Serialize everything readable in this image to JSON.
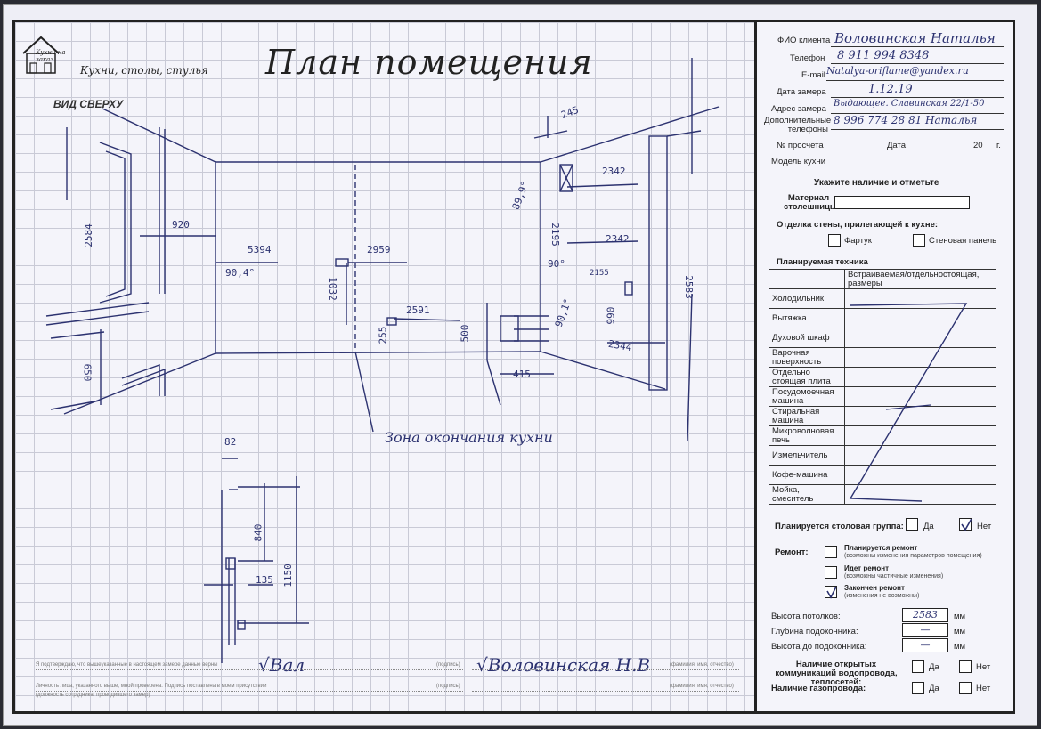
{
  "header": {
    "title": "План помещения",
    "brand_line": "Кухни, столы, стулья",
    "logo_text": "Кухни на заказ",
    "view_label": "ВИД СВЕРХУ"
  },
  "client": {
    "fio_label": "ФИО клиента",
    "fio_value": "Воловинская Наталья",
    "phone_label": "Телефон",
    "phone_value": "8 911 994 8348",
    "email_label": "E-mail",
    "email_value": "Natalya-oriflame@yandex.ru",
    "date_label": "Дата замера",
    "date_value": "1.12.19",
    "address_label": "Адрес замера",
    "address_value": "Выдающее. Славинская 22/1-50",
    "extra_label": "Дополнительные телефоны",
    "extra_value": "8 996 774 28 81 Наталья",
    "calc_label": "№ просчета",
    "calc_date_label": "Дата",
    "year_label": "20",
    "year_suffix": "г.",
    "model_label": "Модель кухни"
  },
  "marks": {
    "heading": "Укажите наличие и отметьте",
    "material_label": "Материал столешницы",
    "wall_label": "Отделка стены, прилегающей к кухне:",
    "opt_fartuk": "Фартук",
    "opt_panel": "Стеновая панель"
  },
  "appliances": {
    "heading": "Планируемая техника",
    "col_header": "Встраиваемая/отдельностоящая, размеры",
    "rows": [
      "Холодильник",
      "Вытяжка",
      "Духовой шкаф",
      "Варочная поверхность",
      "Отдельно стоящая плита",
      "Посудомоечная машина",
      "Стиральная машина",
      "Микроволновая печь",
      "Измельчитель",
      "Кофе-машина",
      "Мойка, смеситель"
    ]
  },
  "dining": {
    "label": "Планируется столовая группа:",
    "yes": "Да",
    "no": "Нет",
    "checked": "no"
  },
  "repair": {
    "label": "Ремонт:",
    "options": [
      {
        "title": "Планируется ремонт",
        "note": "(возможны изменения параметров помещения)"
      },
      {
        "title": "Идет ремонт",
        "note": "(возможны частичные изменения)"
      },
      {
        "title": "Закончен ремонт",
        "note": "(изменения не возможны)"
      }
    ],
    "checked_index": 2
  },
  "heights": {
    "ceiling_label": "Высота потолков:",
    "ceiling_value": "2583",
    "sill_depth_label": "Глубина подоконника:",
    "sill_depth_value": "—",
    "sill_height_label": "Высота до подоконника:",
    "sill_height_value": "—",
    "unit": "мм"
  },
  "utilities": {
    "open_label": "Наличие открытых коммуникаций водопровода, теплосетей:",
    "gas_label": "Наличие газопровода:",
    "yes": "Да",
    "no": "Нет"
  },
  "drawing": {
    "dims": {
      "d2584": "2584",
      "d920": "920",
      "d5394": "5394",
      "a904": "90,4°",
      "d2959": "2959",
      "d1032": "1032",
      "d2591": "2591",
      "d255": "255",
      "d500": "500",
      "d415": "415",
      "d650": "650",
      "d245": "245",
      "a899": "89,9°",
      "d2342a": "2342",
      "d2195": "2195",
      "d2342b": "2342",
      "a90": "90°",
      "d2155": "2155",
      "d990": "990",
      "a901": "90,1°",
      "d2344": "2344",
      "d2583": "2583",
      "d82": "82",
      "d840": "840",
      "d1150": "1150",
      "d135": "135"
    },
    "zone_note": "Зона окончания кухни"
  },
  "footer": {
    "confirm_text": "Я подтверждаю, что вышеуказанные в настоящем замере данные верны",
    "sign1": "√Вал",
    "sign2": "√Воловинская Н.В",
    "sign_label": "(подпись)",
    "name_label": "(фамилия, имя, отчество)",
    "responsible_text": "Личность лица, указанного выше, мной проверена. Подпись поставлена в моем присутствии",
    "responsible_label": "(должность сотрудника, проводившего замер)"
  },
  "colors": {
    "ink": "#2c3270",
    "grid": "#c9cad6",
    "paper": "#f4f4fa"
  }
}
